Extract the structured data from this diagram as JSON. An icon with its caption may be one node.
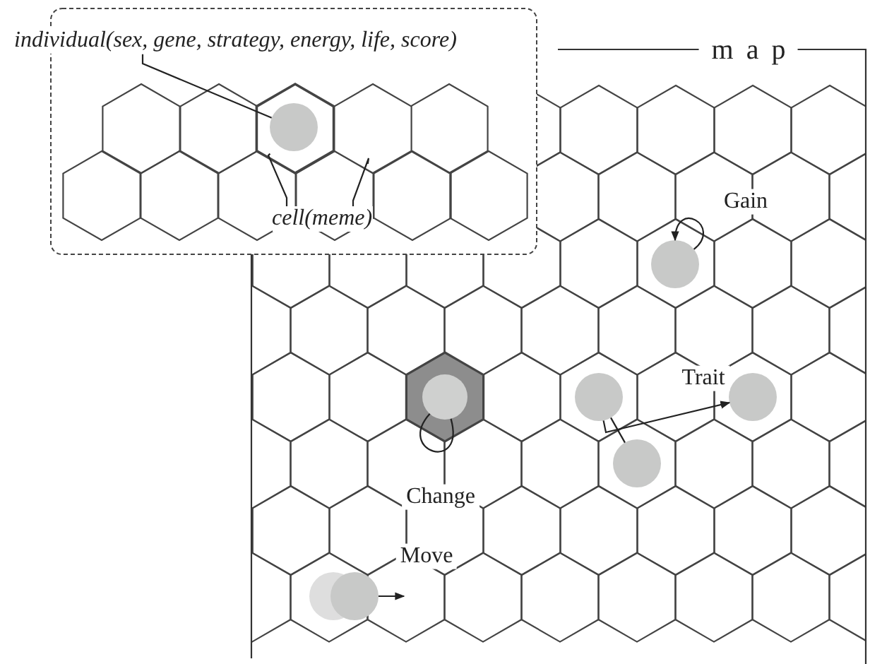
{
  "diagram": {
    "nodes": [
      {
        "text": [
          "individual(sex, gene, strategy, energy, life, score)"
        ]
      },
      {
        "text": [],
        "shape": "circle",
        "in": 3
      },
      {
        "text": [
          "cell(meme)"
        ]
      },
      {
        "text": [],
        "shape": "hexagon"
      },
      {
        "text": [],
        "shape": "hexagon"
      },
      {
        "text": [],
        "shape": "circle"
      },
      {
        "text": [],
        "shape": "circle"
      },
      {
        "text": [],
        "shape": "circle"
      },
      {
        "text": [],
        "shape": "circle"
      },
      {
        "text": [],
        "shape": "circle"
      },
      {
        "text": [],
        "shape": "circle"
      }
    ],
    "edges": [
      {
        "from": 0,
        "to": 1,
        "arrow": "none"
      },
      {
        "from": 2,
        "to": 3,
        "arrow": "none"
      },
      {
        "from": 2,
        "to": 4,
        "arrow": "none"
      },
      {
        "from": 5,
        "to": 5,
        "arrow": "to"
      },
      {
        "from": 6,
        "to": 6,
        "arrow": "none"
      },
      {
        "from": 7,
        "to": 8,
        "arrow": "none"
      },
      {
        "from": 7,
        "to": 9,
        "arrow": "to"
      },
      {
        "from": 10,
        "to": null,
        "arrow": "to"
      }
    ],
    "labels": [
      "map",
      "Gain",
      "Trait",
      "Change",
      "Move"
    ]
  }
}
